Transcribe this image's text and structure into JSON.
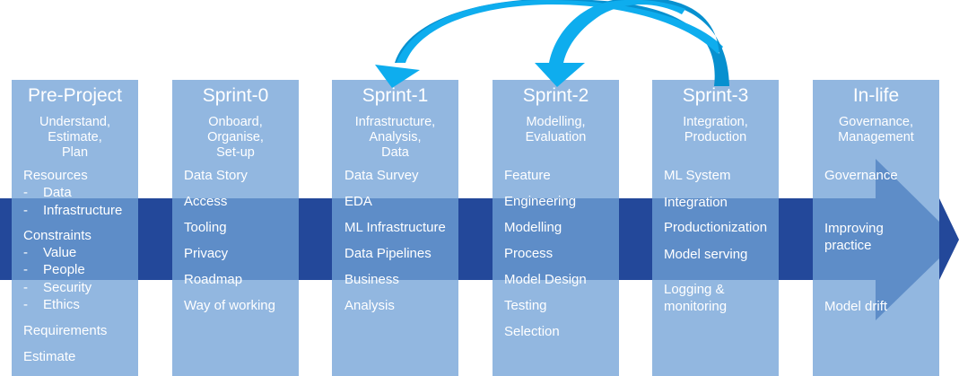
{
  "diagram": {
    "colors": {
      "column": "#92b7e0",
      "band": "#23489a",
      "band_overlay": "#5e8dc8",
      "arrow_light": "#0eadee",
      "arrow_dark": "#0790cf",
      "text": "#ffffff"
    },
    "columns": [
      {
        "title": "Pre-Project",
        "subtitle": "Understand,\nEstimate,\nPlan",
        "items": [
          {
            "label": "Resources",
            "sub": [
              "Data",
              "Infrastructure"
            ]
          },
          {
            "label": "Constraints",
            "sub": [
              "Value",
              "People",
              "Security",
              "Ethics"
            ]
          },
          {
            "label": "Requirements"
          },
          {
            "label": "Estimate"
          }
        ]
      },
      {
        "title": "Sprint-0",
        "subtitle": "Onboard,\nOrganise,\nSet-up",
        "items": [
          "Data Story",
          "Access",
          "Tooling",
          "Privacy",
          "Roadmap",
          "Way of working"
        ]
      },
      {
        "title": "Sprint-1",
        "subtitle": "Infrastructure,\nAnalysis,\nData",
        "items": [
          "Data Survey",
          "EDA",
          "ML Infrastructure",
          "Data Pipelines",
          "Business",
          "Analysis"
        ]
      },
      {
        "title": "Sprint-2",
        "subtitle": "Modelling,\nEvaluation",
        "items": [
          "Feature",
          "Engineering",
          "Modelling",
          "Process",
          "Model Design",
          "Testing",
          "Selection"
        ]
      },
      {
        "title": "Sprint-3",
        "subtitle": "Integration,\nProduction",
        "items": [
          "ML System",
          "Integration",
          "Productionization",
          "Model serving",
          "Logging &\nmonitoring"
        ]
      },
      {
        "title": "In-life",
        "subtitle": "Governance,\nManagement",
        "items": [
          "Governance",
          "Improving\npractice",
          "Model drift"
        ]
      }
    ],
    "feedback_arrows": [
      {
        "from": "Sprint-3",
        "to": "Sprint-1"
      },
      {
        "from": "Sprint-3",
        "to": "Sprint-2"
      }
    ],
    "timeline_arrow": {
      "direction": "right",
      "spans": "Pre-Project to In-life"
    }
  }
}
